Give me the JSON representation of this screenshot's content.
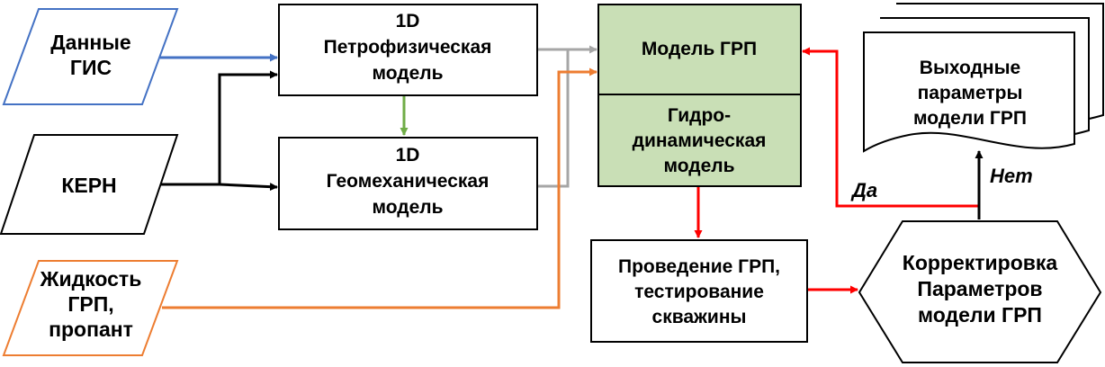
{
  "nodes": {
    "gis": {
      "lines": [
        "Данные",
        "ГИС"
      ]
    },
    "kern": {
      "lines": [
        "КЕРН"
      ]
    },
    "fluid": {
      "lines": [
        "Жидкость",
        "ГРП,",
        "пропант"
      ]
    },
    "petro": {
      "lines": [
        "1D",
        "Петрофизическая",
        "модель"
      ]
    },
    "geomech": {
      "lines": [
        "1D",
        "Геомеханическая",
        "модель"
      ]
    },
    "grp_model": {
      "lines": [
        "Модель ГРП"
      ]
    },
    "hydro": {
      "lines": [
        "Гидро-",
        "динамическая",
        "модель"
      ]
    },
    "conduct": {
      "lines": [
        "Проведение ГРП,",
        "тестирование",
        "скважины"
      ]
    },
    "correct": {
      "lines": [
        "Корректировка",
        "Параметров",
        "модели ГРП"
      ]
    },
    "output": {
      "lines": [
        "Выходные",
        "параметры",
        "модели ГРП"
      ]
    }
  },
  "edge_labels": {
    "yes": "Да",
    "no": "Нет"
  },
  "colors": {
    "blue": "#4472c4",
    "orange": "#ed7d31",
    "green": "#70ad47",
    "gray": "#a6a6a6",
    "red": "#ff0000",
    "model_fill": "#c9dfb6"
  }
}
